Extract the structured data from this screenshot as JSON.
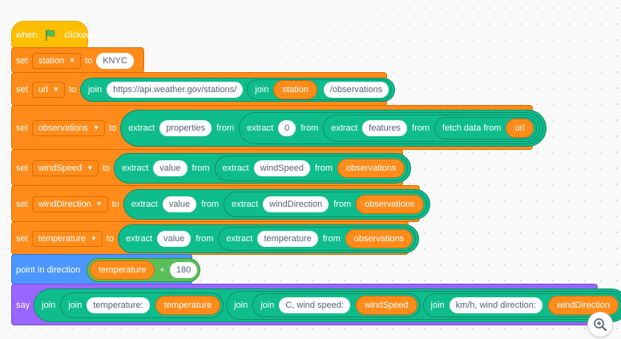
{
  "script": {
    "hat": {
      "when": "when",
      "flag_icon": "green-flag-icon",
      "clicked": "clicked"
    },
    "set_label": "set",
    "to_label": "to",
    "join_label": "join",
    "extract_label": "extract",
    "from_label": "from",
    "fetch_label": "fetch data from",
    "station_set": {
      "variable": "station",
      "value": "KNYC"
    },
    "url_set": {
      "variable": "url",
      "base": "https://api.weather.gov/stations/",
      "station_reporter": "station",
      "suffix": "/observations"
    },
    "observations_set": {
      "variable": "observations",
      "field1": "properties",
      "index": "0",
      "field2": "features",
      "url_reporter": "url"
    },
    "windspeed_set": {
      "variable": "windSpeed",
      "field1": "value",
      "field2": "windSpeed",
      "source": "observations"
    },
    "winddirection_set": {
      "variable": "windDirection",
      "field1": "value",
      "field2": "windDirection",
      "source": "observations"
    },
    "temperature_set": {
      "variable": "temperature",
      "field1": "value",
      "field2": "temperature",
      "source": "observations"
    },
    "point": {
      "label": "point in direction",
      "reporter": "temperature",
      "operator": "+",
      "value": "180"
    },
    "say": {
      "label": "say",
      "text1": "temperature:",
      "reporter1": "temperature",
      "text2": "C, wind speed:",
      "reporter2": "windSpeed",
      "text3": "km/h, wind direction:",
      "reporter3": "windDirection"
    }
  },
  "zoom_button": {
    "icon": "zoom-in-icon"
  },
  "colors": {
    "events": "#ffbf00",
    "variables": "#ff8c1a",
    "motion": "#4c97ff",
    "looks": "#9966ff",
    "extension": "#0fbd8c"
  }
}
